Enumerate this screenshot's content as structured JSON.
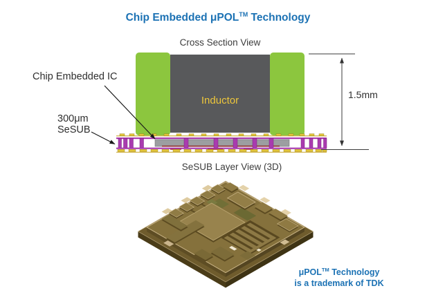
{
  "title": {
    "prefix": "Chip Embedded ",
    "product": "μPOL",
    "tm": "TM",
    "suffix": " Technology"
  },
  "cross_section": {
    "view_label": "Cross Section View",
    "inductor_label": "Inductor",
    "ic_label": "Chip Embedded IC",
    "substrate_label_line1": "300μm",
    "substrate_label_line2": "SeSUB",
    "height_dimension": "1.5mm"
  },
  "layer_view": {
    "view_label": "SeSUB Layer View (3D)"
  },
  "footer": {
    "product": "μPOL",
    "tm": "TM",
    "suffix": " Technology",
    "line2": "is a trademark of TDK"
  },
  "colors": {
    "brand_blue": "#1C72B4",
    "terminal_green": "#8CC63E",
    "inductor_gray": "#58595B",
    "inductor_label_yellow": "#EDC63B",
    "substrate_purple": "#A93BAF",
    "pad_gold": "#E3C43A",
    "ic_gray": "#9C9EA1",
    "text_dark": "#2E2E2E"
  }
}
